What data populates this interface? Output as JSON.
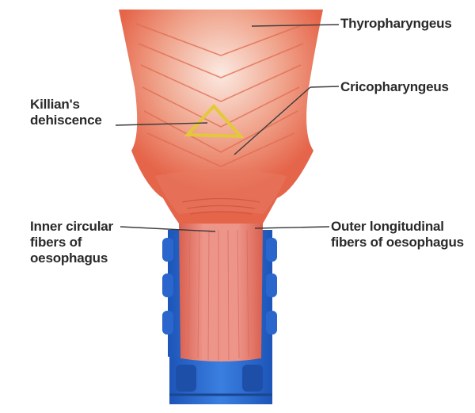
{
  "labels": {
    "thyropharyngeus": "Thyropharyngeus",
    "cricopharyngeus": "Cricopharyngeus",
    "killian_line1": "Killian's",
    "killian_line2": "dehiscence",
    "inner_line1": "Inner circular",
    "inner_line2": "fibers of",
    "inner_line3": "oesophagus",
    "outer_line1": "Outer longitudinal",
    "outer_line2": "fibers of oesophagus"
  },
  "colors": {
    "muscle": "#e8735a",
    "muscle_light": "#f7d6cc",
    "oesophagus": "#e9867a",
    "blue": "#2f6fd6",
    "dehiscence_outline": "#e3c93a",
    "leader_line": "#3a3a3a"
  }
}
